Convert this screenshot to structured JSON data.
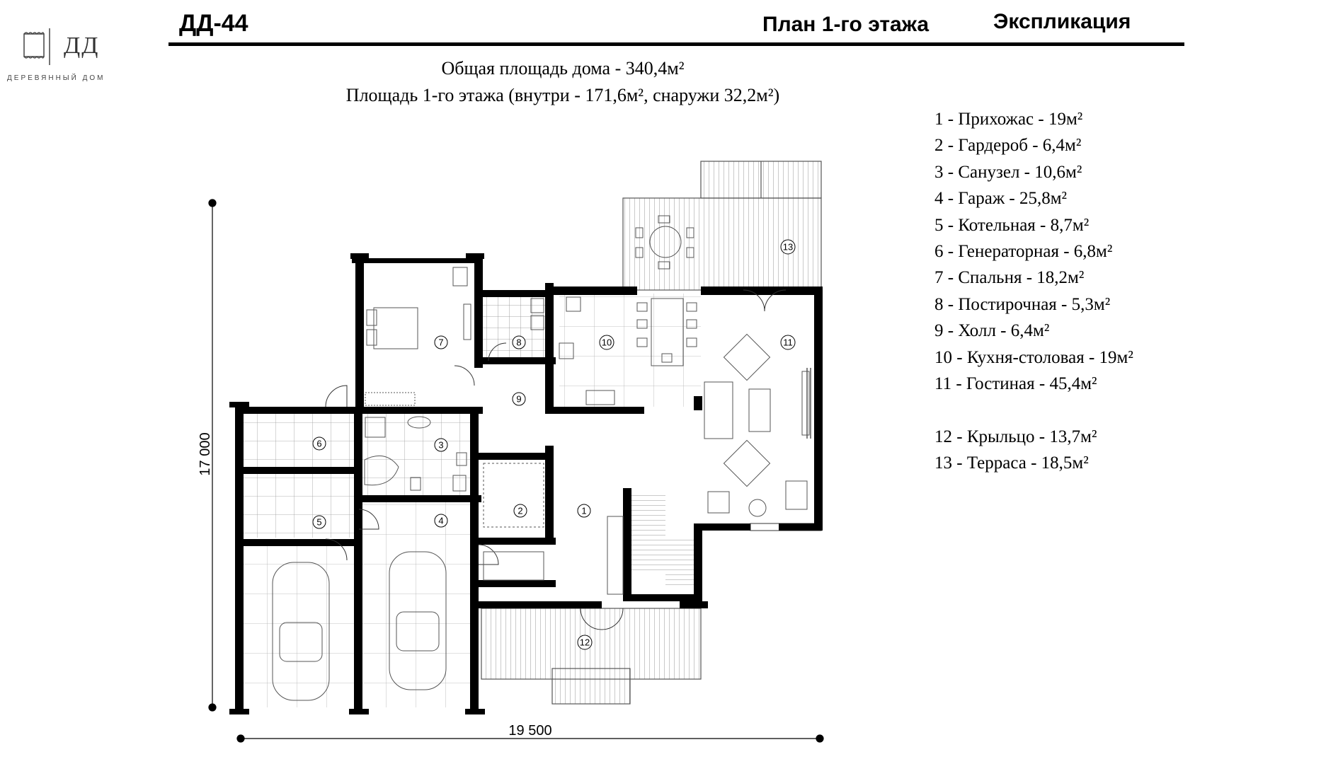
{
  "header": {
    "project_code": "ДД-44",
    "plan_title": "План 1-го этажа",
    "explication_title": "Экспликация"
  },
  "logo": {
    "letters": "ДД",
    "tagline": "ДЕРЕВЯННЫЙ ДОМ"
  },
  "areas": {
    "total": "Общая площадь дома - 340,4м²",
    "floor": "Площадь 1-го этажа (внутри - 171,6м², снаружи 32,2м²)"
  },
  "legend": {
    "items": [
      "1 - Прихожас - 19м²",
      "2 - Гардероб - 6,4м²",
      "3 - Санузел - 10,6м²",
      "4 - Гараж - 25,8м²",
      "5 - Котельная - 8,7м²",
      "6 - Генераторная - 6,8м²",
      "7 - Спальня - 18,2м²",
      "8 - Постирочная - 5,3м²",
      "9 - Холл - 6,4м²",
      "10 - Кухня-столовая - 19м²",
      "11 - Гостиная - 45,4м²",
      "",
      "12 - Крыльцо - 13,7м²",
      "13 - Терраса - 18,5м²"
    ]
  },
  "dimensions": {
    "height": "17 000",
    "width": "19 500"
  },
  "rooms": {
    "r1": "1",
    "r2": "2",
    "r3": "3",
    "r4": "4",
    "r5": "5",
    "r6": "6",
    "r7": "7",
    "r8": "8",
    "r9": "9",
    "r10": "10",
    "r11": "11",
    "r12": "12",
    "r13": "13"
  },
  "colors": {
    "wall": "#000000",
    "tile_grid": "#9a9a9a",
    "furniture": "#555555"
  }
}
